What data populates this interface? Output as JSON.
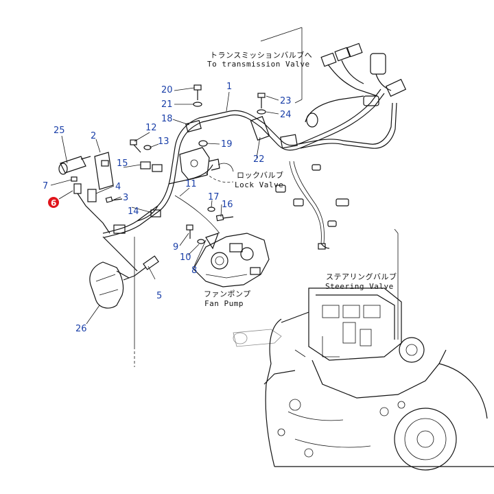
{
  "diagram": {
    "callouts": [
      {
        "id": "1",
        "text": "1"
      },
      {
        "id": "2",
        "text": "2"
      },
      {
        "id": "3",
        "text": "3"
      },
      {
        "id": "4",
        "text": "4"
      },
      {
        "id": "5",
        "text": "5"
      },
      {
        "id": "6",
        "text": "6",
        "highlight": true
      },
      {
        "id": "7",
        "text": "7"
      },
      {
        "id": "8",
        "text": "8"
      },
      {
        "id": "9",
        "text": "9"
      },
      {
        "id": "10",
        "text": "10"
      },
      {
        "id": "11",
        "text": "11"
      },
      {
        "id": "12",
        "text": "12"
      },
      {
        "id": "13",
        "text": "13"
      },
      {
        "id": "14",
        "text": "14"
      },
      {
        "id": "15",
        "text": "15"
      },
      {
        "id": "16",
        "text": "16"
      },
      {
        "id": "17",
        "text": "17"
      },
      {
        "id": "18",
        "text": "18"
      },
      {
        "id": "19",
        "text": "19"
      },
      {
        "id": "20",
        "text": "20"
      },
      {
        "id": "21",
        "text": "21"
      },
      {
        "id": "22",
        "text": "22"
      },
      {
        "id": "23",
        "text": "23"
      },
      {
        "id": "24",
        "text": "24"
      },
      {
        "id": "25",
        "text": "25"
      },
      {
        "id": "26",
        "text": "26"
      }
    ],
    "labels": {
      "transmission_jp": "トランスミッションバルブへ",
      "transmission_en": "To transmission Valve",
      "lock_jp": "ロックバルブ",
      "lock_en": "Lock Valve",
      "fan_jp": "ファンポンプ",
      "fan_en": "Fan Pump",
      "steering_jp": "ステアリングバルブ",
      "steering_en": "Steering Valve"
    },
    "colors": {
      "callout": "#1a3fa8",
      "highlight": "#e0141b",
      "line": "#111111"
    }
  }
}
